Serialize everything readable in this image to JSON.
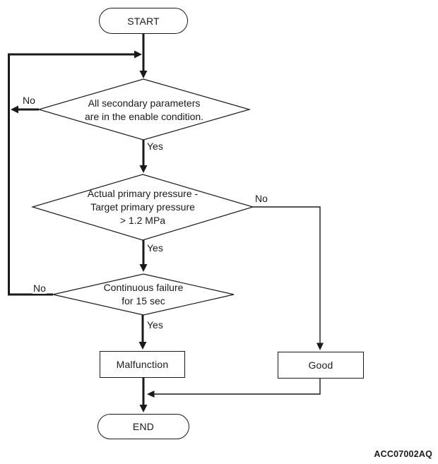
{
  "figure_code": "ACC07002AQ",
  "colors": {
    "line": "#1a1a1a",
    "background": "#ffffff",
    "node_fill": "#ffffff"
  },
  "nodes": {
    "start": {
      "label": "START"
    },
    "decision1": {
      "lines": [
        "All secondary parameters",
        "are in the enable condition."
      ]
    },
    "decision2": {
      "lines": [
        "Actual primary pressure -",
        "Target primary pressure",
        "> 1.2 MPa"
      ]
    },
    "decision3": {
      "lines": [
        "Continuous failure",
        "for 15 sec"
      ]
    },
    "malfunction": {
      "label": "Malfunction"
    },
    "good": {
      "label": "Good"
    },
    "end": {
      "label": "END"
    }
  },
  "edge_labels": {
    "decision1_no": "No",
    "decision1_yes": "Yes",
    "decision2_no": "No",
    "decision2_yes": "Yes",
    "decision3_no": "No",
    "decision3_yes": "Yes"
  }
}
